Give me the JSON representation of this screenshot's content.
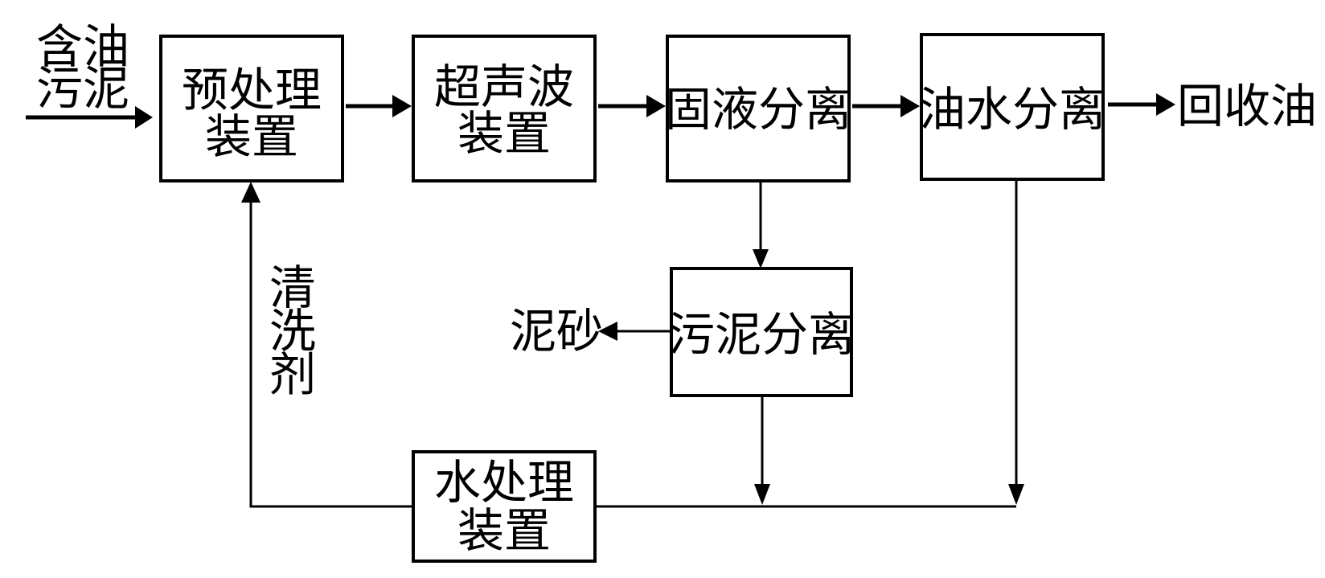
{
  "diagram": {
    "input_label": [
      "含油",
      "污泥"
    ],
    "boxes": {
      "pretreatment": [
        "预处理",
        "装置"
      ],
      "ultrasonic": [
        "超声波",
        "装置"
      ],
      "solid_liquid": [
        "固液分离"
      ],
      "oil_water": [
        "油水分离"
      ],
      "sludge_separation": [
        "污泥分离"
      ],
      "water_treatment": [
        "水处理",
        "装置"
      ]
    },
    "output_label": "回收油",
    "sand_label": "泥砂",
    "detergent_label": [
      "清",
      "洗",
      "剂"
    ],
    "colors": {
      "stroke": "#000000",
      "background": "#ffffff"
    }
  }
}
